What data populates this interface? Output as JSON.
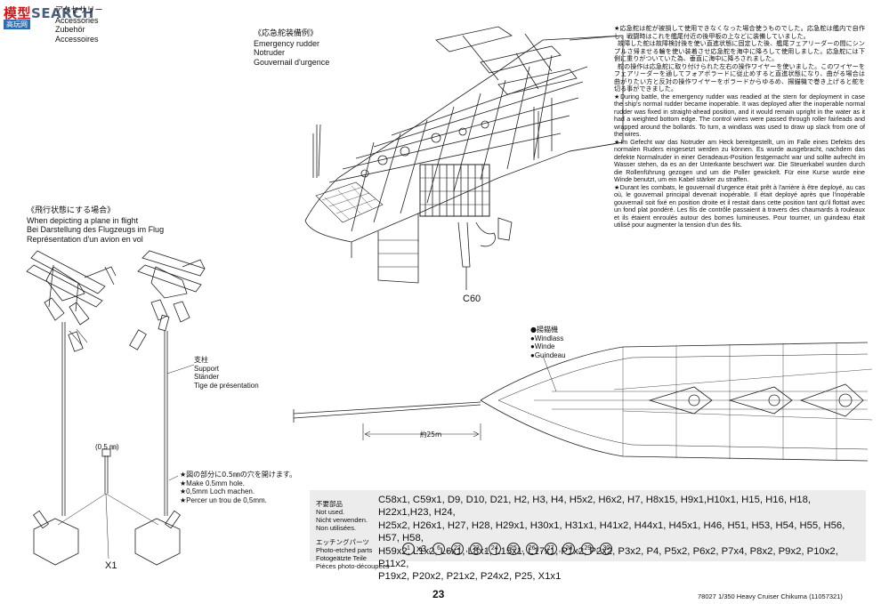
{
  "watermark": {
    "brand_a": "模型",
    "brand_b": "SEARCH",
    "sub": "高玩网"
  },
  "accessories": {
    "jp": "アクセサリー",
    "en": "Accessories",
    "de": "Zubehör",
    "fr": "Accessoires",
    "note": "※"
  },
  "emergency": {
    "jp": "《応急舵装備例》",
    "en": "Emergency rudder",
    "de": "Notruder",
    "fr": "Gouvernail d'urgence"
  },
  "flight": {
    "jp": "《飛行状態にする場合》",
    "en": "When depicting a plane in flight",
    "de": "Bei Darstellung des Flugzeugs im Flug",
    "fr": "Représentation d'un avion en vol"
  },
  "support": {
    "jp": "支柱",
    "en": "Support",
    "de": "Ständer",
    "fr": "Tige de présentation"
  },
  "hole": {
    "size": "(0.5 ㎜)",
    "jp": "★図の部分に0.5㎜の穴を開けます。",
    "en": "★Make 0.5mm hole.",
    "de": "★0,5mm Loch machen.",
    "fr": "★Percer un trou de 0,5mm."
  },
  "labels": {
    "c60": "C60",
    "x1": "X1",
    "dist": "約25m"
  },
  "windlass": {
    "jp": "●揚錨機",
    "en": "●Windlass",
    "de": "●Winde",
    "fr": "●Guindeau"
  },
  "right_text": {
    "jp1": "★応急舵は舵が被損して使用できなくなった場合使うものでした。応急舵は艦内で自作し、戦闘時はこれを艦尾付近の後甲板の上などに装備していました。",
    "jp2": "故障した舵は故障検討後を使い直進状態に固定した後、艦尾フェアリーダーの間にシンプルさ帰ませる輪を使い装着させ応急舵を海中に降ろして使用しました。応急舵には下側に重りがついていた為、垂直に海中に降ろされました。",
    "jp3": "舵の操作は応急舵に取り付けられた左右の操作ワイヤーを使いました。このワイヤーをフェアリーダーを通してフォアボラードに従止めすると直進状態になり、曲がる場合は曲がりたい方と反対の操作ワイヤーをボラードからゆるめ、揚錨機で巻き上げると舵を切る事ができました。",
    "en": "★During battle, the emergency rudder was readied at the stern for deployment in case the ship's normal rudder became inoperable. It was deployed after the inoperable normal rudder was fixed in straight-ahead position, and it would remain upright in the water as it had a weighted bottom edge. The control wires were passed through roller fairleads and wrapped around the bollards. To turn, a windlass was used to draw up slack from one of the wires.",
    "de": "★Im Gefecht war das Notruder am Heck bereitgestellt, um im Falle eines Defekts des normalen Ruders eingesetzt werden zu können. Es wurde ausgebracht, nachdem das defekte Normalruder in einer Geradeaus-Position festgemacht war und sollte aufrecht im Wasser stehen, da es an der Unterkante beschwert war. Die Steuerkabel wurden durch die Rollenführung gezogen und um die Poller gewickelt. Für eine Kurse wurde eine Winde benutzt, um ein Kabel stärker zu straffen.",
    "fr": "★Durant les combats, le gouvernail d'urgence était prêt à l'arrière à être deployé, au cas où, le gouvernail principal devenait inopérable. Il était deployé après que l'inopérable gouvernail soit fixé en position droite et il restait dans cette position tant qu'il flottait avec un fond plat pondéré. Les fils de contrôle passaient à travers des chaumards à rouleaux et ils étaient enroulés autour des bornes lumineuses. Pour tourner, un guindeau était utilisé pour augmenter la tension d'un des fils."
  },
  "not_used": {
    "jp": "不要部品",
    "en": "Not used.",
    "de": "Nicht verwenden.",
    "fr": "Non utilisées.",
    "lines": [
      "C58x1, C59x1, D9, D10, D21, H2, H3, H4, H5x2, H6x2, H7, H8x15, H9x1,H10x1, H15, H16, H18, H22x1,H23, H24,",
      "H25x2, H26x1, H27, H28, H29x1, H30x1, H31x1, H41x2, H44x1, H45x1, H46, H51, H53, H54, H55, H56, H57, H58,",
      "H59x2, L1x2, L6x1, L8x1, L15x1, L17x1, P1x2, P2x2, P3x2, P4, P5x2, P6x2, P7x4, P8x2, P9x2, P10x2, P11x2,",
      "P19x2, P20x2, P21x2, P24x2, P25, X1x1"
    ]
  },
  "photo_etched": {
    "jp": "エッチングパーツ",
    "en": "Photo-etched parts",
    "de": "Fotogeätzte Teile",
    "fr": "Pièces photo-découpées",
    "first": "1",
    "first_qty": "x3",
    "items": [
      "6",
      "22",
      "23",
      "24",
      "25",
      "26",
      "27",
      "28",
      "29",
      "30"
    ]
  },
  "page_number": "23",
  "footer": "78027 1/350 Heavy Cruiser Chikuma (11057321)"
}
